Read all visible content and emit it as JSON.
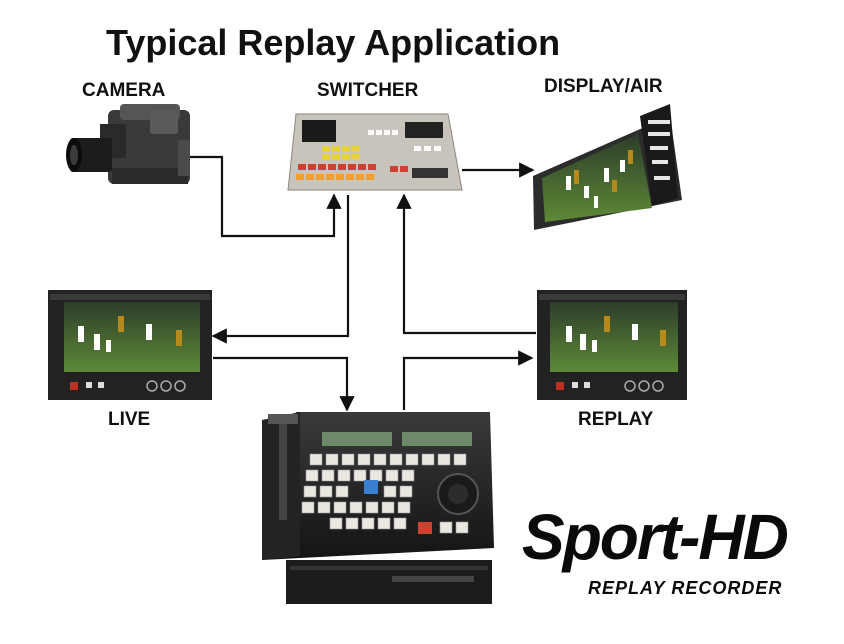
{
  "diagram": {
    "title": "Typical Replay Application",
    "nodes": {
      "camera": "CAMERA",
      "switcher": "SWITCHER",
      "display": "DISPLAY/AIR",
      "live": "LIVE",
      "replay": "REPLAY"
    },
    "logo": {
      "brand": "Sport-HD",
      "tagline": "REPLAY RECORDER"
    }
  },
  "colors": {
    "line": "#111111",
    "device_dark": "#2a2a2a",
    "field_green": "#4f7a2e",
    "key_blue": "#3a7fd0",
    "key_red": "#d04030",
    "key_yellow": "#e8d23a"
  }
}
